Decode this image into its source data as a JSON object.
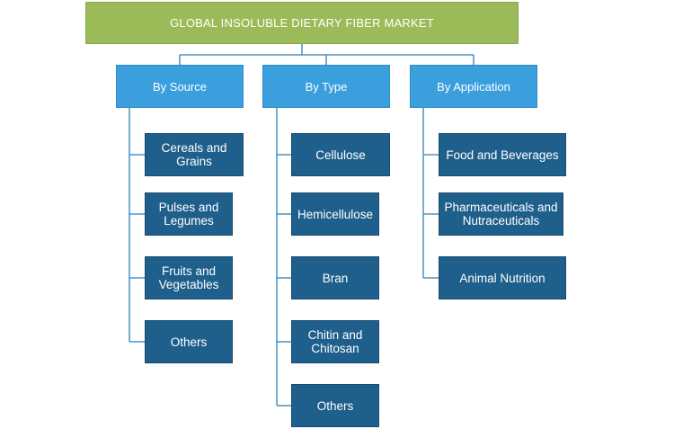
{
  "root": {
    "label": "GLOBAL INSOLUBLE DIETARY FIBER MARKET"
  },
  "categories": [
    {
      "label": "By Source",
      "items": [
        "Cereals and\nGrains",
        "Pulses and\nLegumes",
        "Fruits and\nVegetables",
        "Others"
      ]
    },
    {
      "label": "By Type",
      "items": [
        "Cellulose",
        "Hemicellulose",
        "Bran",
        "Chitin and\nChitosan",
        "Others"
      ]
    },
    {
      "label": "By Application",
      "items": [
        "Food and Beverages",
        "Pharmaceuticals and\nNutraceuticals",
        "Animal Nutrition"
      ]
    }
  ],
  "colors": {
    "root": "#9bbb59",
    "category": "#3a9fdc",
    "leaf": "#1f5f8b",
    "connector": "#2f7fb8"
  }
}
